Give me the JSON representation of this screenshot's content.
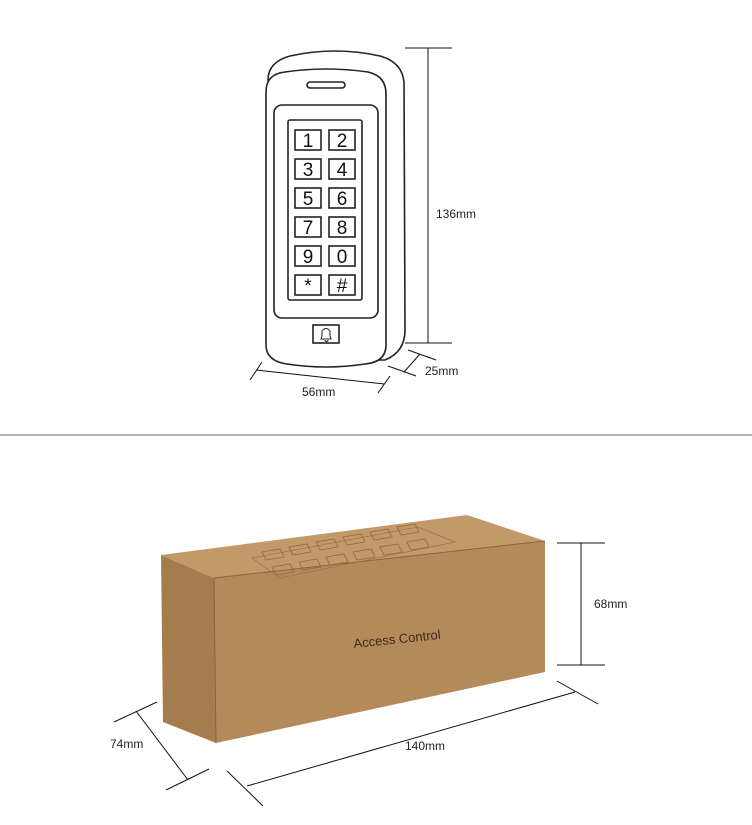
{
  "device": {
    "keys": [
      "1",
      "2",
      "3",
      "4",
      "5",
      "6",
      "7",
      "8",
      "9",
      "0",
      "*",
      "#"
    ],
    "bell_icon": "bell-icon",
    "dimensions": {
      "height": "136mm",
      "width": "56mm",
      "depth": "25mm"
    }
  },
  "box": {
    "print": "Access Control",
    "dimensions": {
      "height": "68mm",
      "length": "140mm",
      "width": "74mm"
    },
    "colors": {
      "front": "#b58a5a",
      "side": "#a57c4e",
      "top": "#c29a6a"
    }
  },
  "separator_color": "#888888"
}
